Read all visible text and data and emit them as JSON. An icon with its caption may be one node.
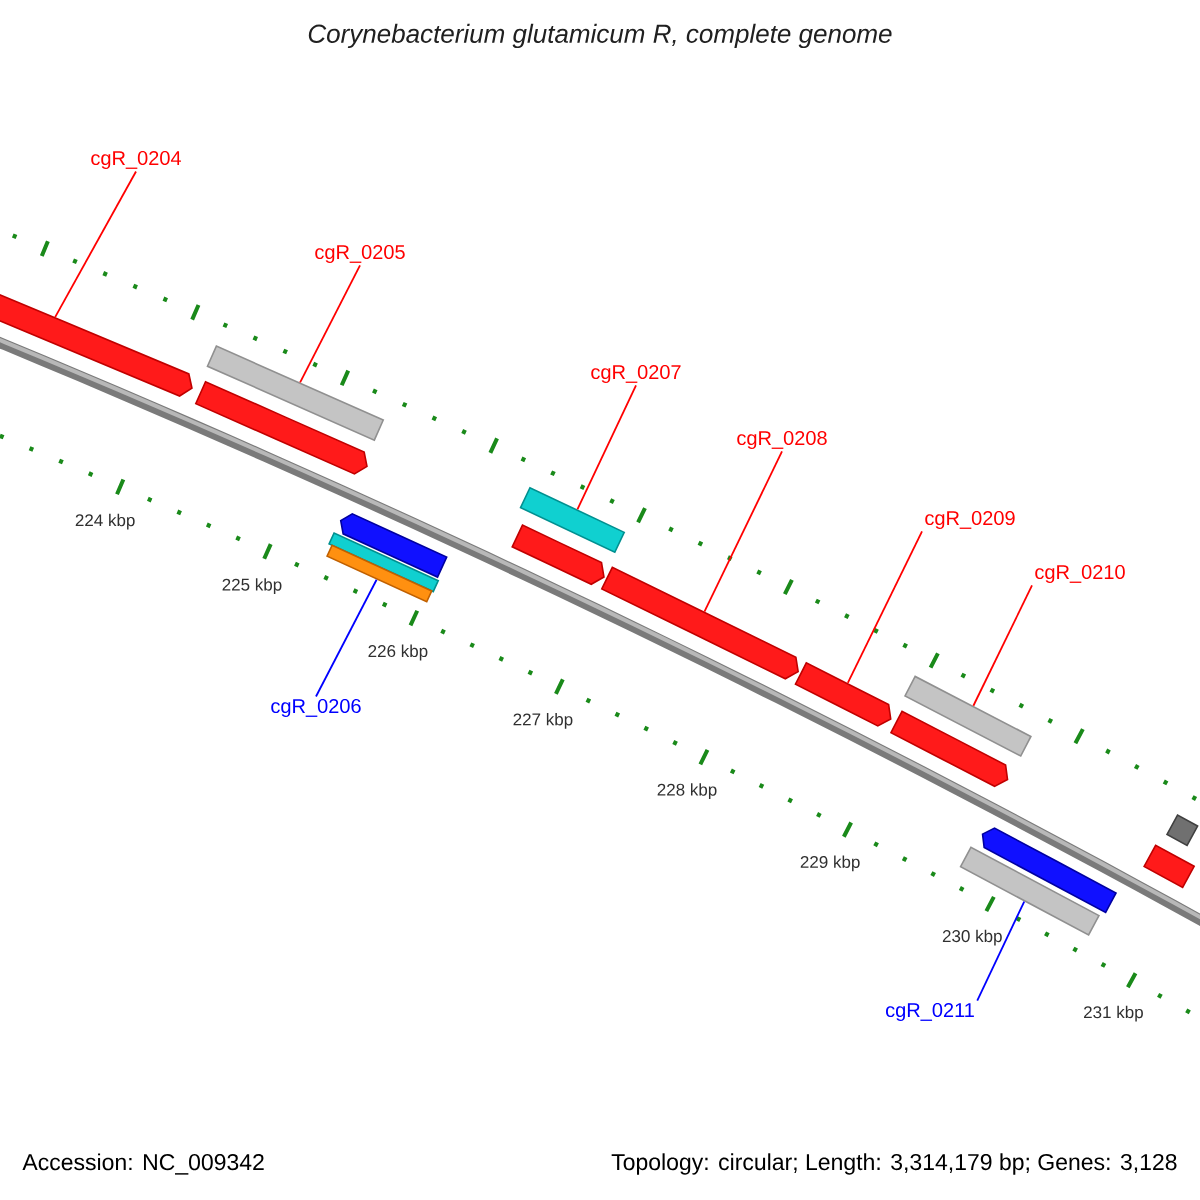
{
  "diagram": {
    "title": "Corynebacterium glutamicum R, complete genome",
    "nodes": [
      {
        "text": [
          "cgR_0204"
        ]
      },
      {
        "text": [
          "cgR_0205"
        ]
      },
      {
        "text": [
          "cgR_0207"
        ]
      },
      {
        "text": [
          "cgR_0208"
        ]
      },
      {
        "text": [
          "cgR_0209"
        ]
      },
      {
        "text": [
          "cgR_0210"
        ]
      },
      {
        "text": [
          "cgR_0206"
        ]
      },
      {
        "text": [
          "cgR_0211"
        ]
      },
      {
        "text": [],
        "shape": "arrow"
      },
      {
        "text": [],
        "shape": "bar"
      },
      {
        "text": [],
        "shape": "arrow"
      },
      {
        "text": [],
        "shape": "arrow"
      },
      {
        "text": [],
        "shape": "bar"
      },
      {
        "text": [],
        "shape": "bar"
      },
      {
        "text": [],
        "shape": "bar"
      },
      {
        "text": [],
        "shape": "arrow"
      },
      {
        "text": [],
        "shape": "arrow"
      },
      {
        "text": [],
        "shape": "arrow"
      },
      {
        "text": [],
        "shape": "arrow"
      },
      {
        "text": [],
        "shape": "bar"
      },
      {
        "text": [],
        "shape": "bar"
      },
      {
        "text": [],
        "shape": "arrow"
      },
      {
        "text": [],
        "shape": "bar"
      },
      {
        "text": [],
        "shape": "bar"
      }
    ],
    "edges": [
      {
        "from": 0,
        "to": 8,
        "arrow": "none"
      },
      {
        "from": 1,
        "to": 9,
        "arrow": "none"
      },
      {
        "from": 2,
        "to": 14,
        "arrow": "none"
      },
      {
        "from": 3,
        "to": 16,
        "arrow": "none"
      },
      {
        "from": 4,
        "to": 17,
        "arrow": "none"
      },
      {
        "from": 5,
        "to": 19,
        "arrow": "none"
      },
      {
        "from": 6,
        "to": 13,
        "arrow": "none",
        "color": "#0000ff"
      },
      {
        "from": 7,
        "to": 20,
        "arrow": "none",
        "color": "#0000ff"
      }
    ],
    "labels": [
      "224 kbp",
      "225 kbp",
      "226 kbp",
      "227 kbp",
      "228 kbp",
      "229 kbp",
      "230 kbp",
      "231 kbp",
      "Accession: NC_009342",
      "Topology: circular; Length: 3,314,179 bp; Genes: 3,128"
    ]
  }
}
